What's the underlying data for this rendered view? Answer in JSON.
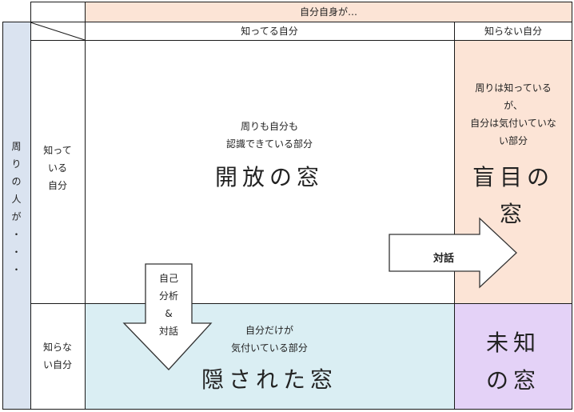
{
  "header": {
    "top_label": "自分自身が…",
    "col_known": "知ってる自分",
    "col_unknown": "知らない自分"
  },
  "side": {
    "left_chars": [
      "周",
      "り",
      "の",
      "人",
      "が",
      "・",
      "・",
      "・"
    ],
    "row_known": [
      "知って",
      "いる",
      "自分"
    ],
    "row_unknown": [
      "知らな",
      "い自分"
    ]
  },
  "quadrants": {
    "open": {
      "desc": [
        "周りも自分も",
        "認識できている部分"
      ],
      "title": "開放の窓"
    },
    "blind": {
      "desc": [
        "周りは知っている",
        "が、",
        "自分は気付いていな",
        "い部分"
      ],
      "title_lines": [
        "盲目の",
        "窓"
      ]
    },
    "hidden": {
      "desc": [
        "自分だけが",
        "気付いている部分"
      ],
      "title": "隠された窓"
    },
    "unknown": {
      "title_lines": [
        "未知",
        "の窓"
      ]
    }
  },
  "arrows": {
    "dialog_right": "対話",
    "down_lines": [
      "自己",
      "分析",
      "&",
      "対話"
    ]
  },
  "colors": {
    "header_bg": "#fce4d6",
    "side_bg": "#dae3f0",
    "blind_bg": "#fce4d6",
    "hidden_bg": "#daeef3",
    "unknown_bg": "#e4d2f7",
    "border": "#1a1a1a"
  }
}
